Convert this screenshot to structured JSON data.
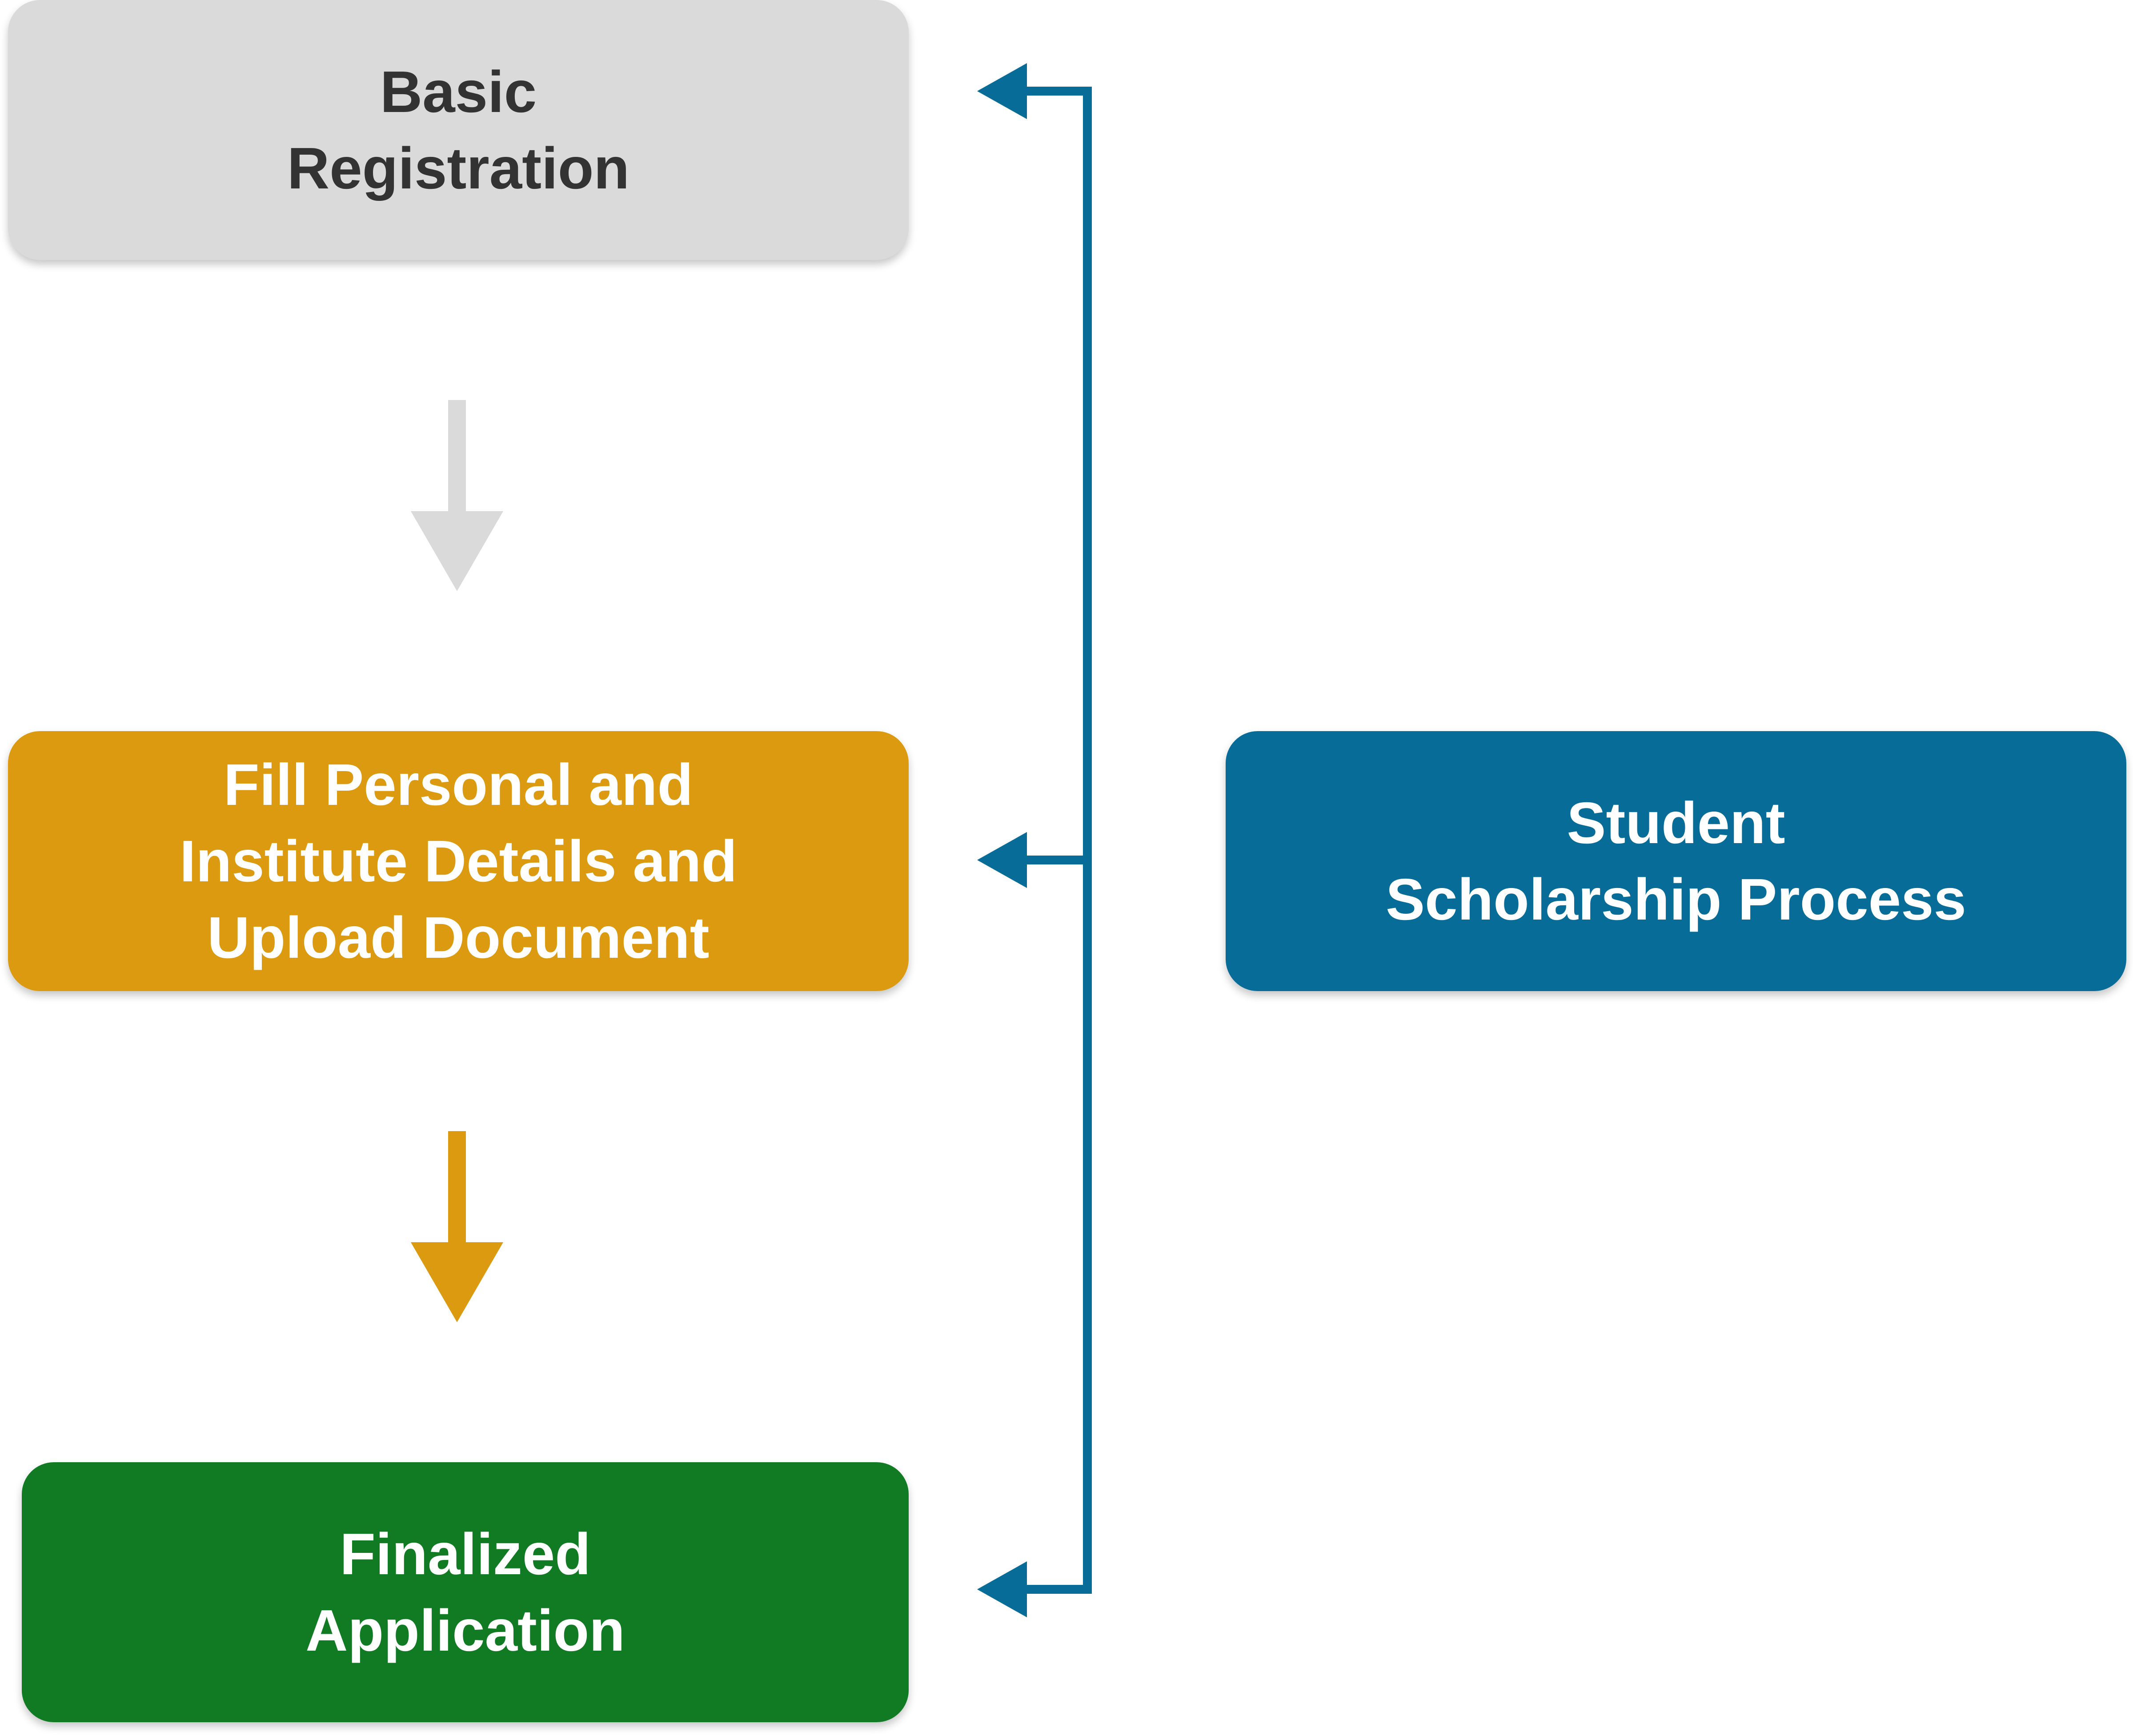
{
  "diagram": {
    "steps": [
      {
        "id": "basic",
        "label": "Basic\nRegistration",
        "color": "#dadada",
        "text_color": "#333333"
      },
      {
        "id": "fill",
        "label": "Fill Personal and\nInstitute Details and\nUpload Document",
        "color": "#dc9a10",
        "text_color": "#ffffff"
      },
      {
        "id": "final",
        "label": "Finalized\nApplication",
        "color": "#117b24",
        "text_color": "#ffffff"
      }
    ],
    "process": {
      "label": "Student\nScholarship Process",
      "color": "#086c99",
      "text_color": "#ffffff"
    },
    "arrows": [
      {
        "from": "basic",
        "to": "fill",
        "color": "#dadada"
      },
      {
        "from": "fill",
        "to": "final",
        "color": "#dc9a10"
      }
    ],
    "bracket": {
      "from": "process",
      "to": [
        "basic",
        "fill",
        "final"
      ],
      "color": "#086c99"
    }
  }
}
